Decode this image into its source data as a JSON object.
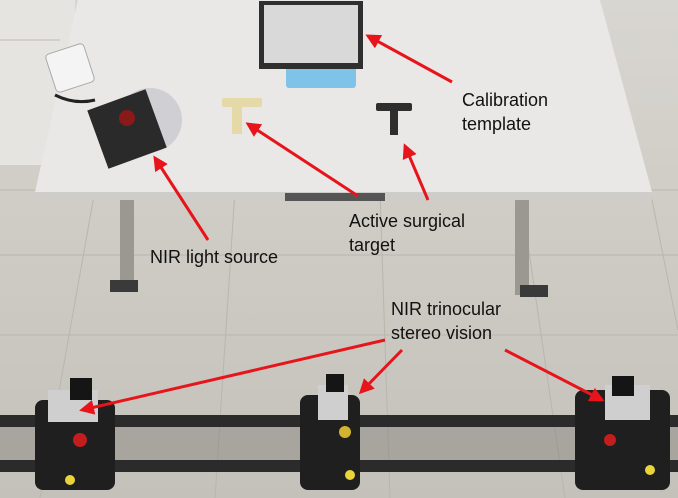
{
  "labels": {
    "calibration_template": "Calibration\ntemplate",
    "active_surgical_target": "Active surgical\ntarget",
    "nir_light_source": "NIR light source",
    "nir_trinocular": "NIR trinocular\nstereo vision"
  },
  "colors": {
    "arrow": "#e8141b",
    "table_top": "#e9e8e6",
    "floor": "#c7c4bd",
    "rail": "#2b2b2b"
  },
  "objects": [
    "calibration-board",
    "nir-light-source",
    "surgical-target",
    "stereo-cameras",
    "camera-rail",
    "table"
  ]
}
